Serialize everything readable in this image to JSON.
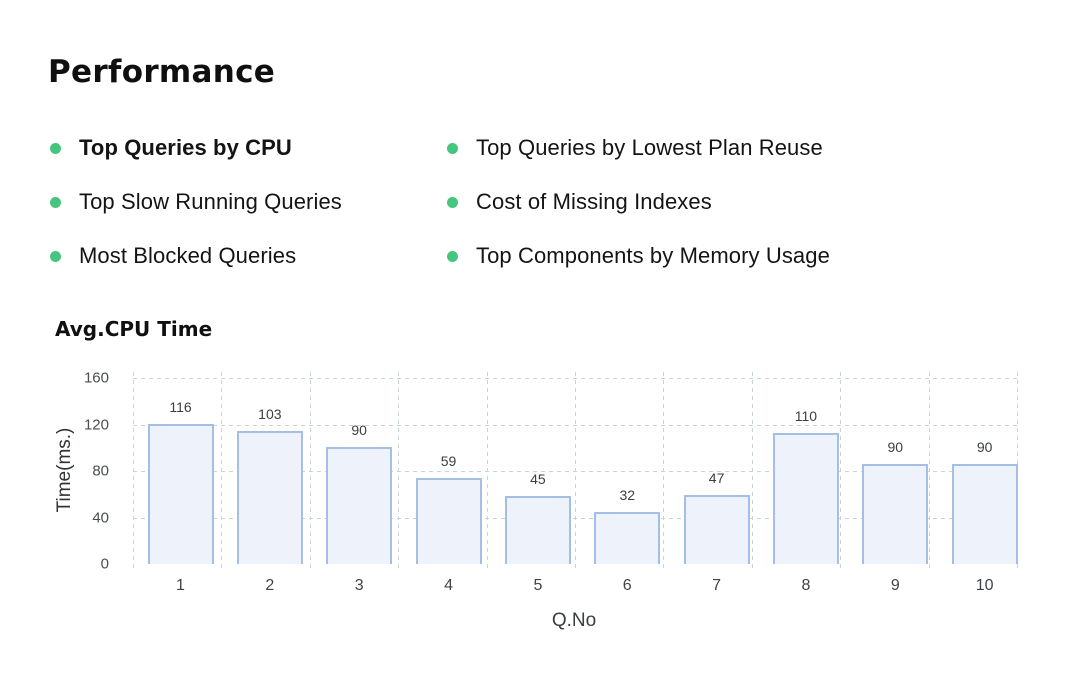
{
  "title": "Performance",
  "menu": {
    "bullet_color": "#46c57e",
    "items": [
      {
        "label": "Top Queries by CPU",
        "selected": true
      },
      {
        "label": "Top Slow Running Queries",
        "selected": false
      },
      {
        "label": "Most Blocked Queries",
        "selected": false
      },
      {
        "label": "Top Queries by Lowest Plan Reuse",
        "selected": false
      },
      {
        "label": "Cost of Missing Indexes",
        "selected": false
      },
      {
        "label": "Top Components by Memory Usage",
        "selected": false
      }
    ]
  },
  "chart_data": {
    "type": "bar",
    "title": "Avg.CPU Time",
    "xlabel": "Q.No",
    "ylabel": "Time(ms.)",
    "categories": [
      "1",
      "2",
      "3",
      "4",
      "5",
      "6",
      "7",
      "8",
      "9",
      "10"
    ],
    "values": [
      116,
      103,
      90,
      59,
      45,
      32,
      47,
      110,
      90,
      90
    ],
    "rendered_bar_heights": [
      119,
      113,
      99,
      72,
      57,
      43,
      58,
      111,
      84,
      84
    ],
    "yticks": [
      0,
      40,
      80,
      120,
      160
    ],
    "ylim": [
      0,
      160
    ],
    "grid": "dashed",
    "legend": "none",
    "bar_fill_color": "#edf2fb",
    "bar_border_color": "#a3c0e4",
    "grid_color": "#c9d5d3"
  }
}
